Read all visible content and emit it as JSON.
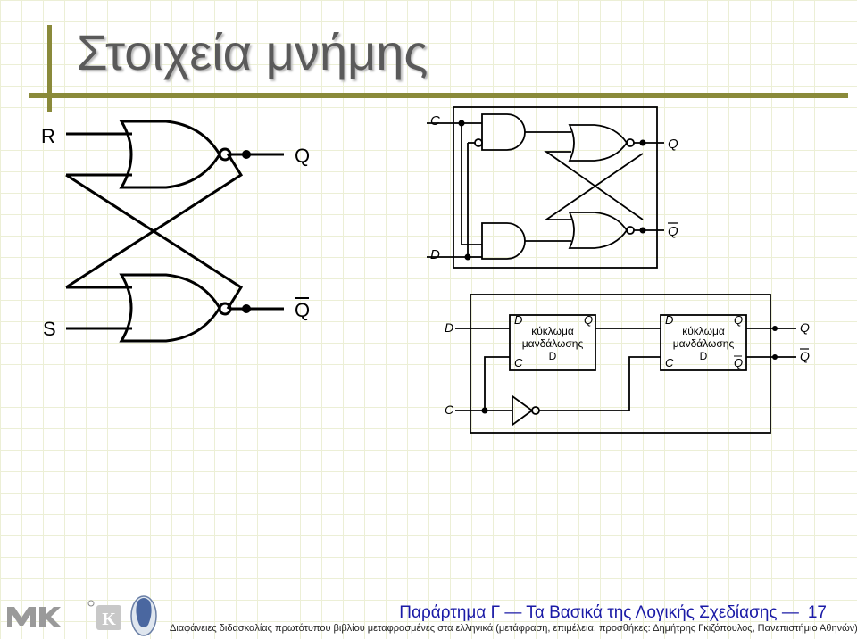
{
  "slide": {
    "title": "Στοιχεία μνήμης",
    "footer_title": "Παράρτημα Γ — Τα Βασικά της Λογικής Σχεδίασης —",
    "page_number": "17",
    "footer_credits": "Διαφάνειες διδασκαλίας πρωτότυπου βιβλίου μεταφρασμένες στα ελληνικά (μετάφραση, επιμέλεια, προσθήκες: Δημήτρης Γκιζόπουλος, Πανεπιστήμιο Αθηνών)"
  },
  "sr_latch": {
    "input_r": "R",
    "input_s": "S",
    "output_q": "Q",
    "output_qbar": "Q"
  },
  "d_latch": {
    "input_c": "C",
    "input_d": "D",
    "output_q": "Q",
    "output_qbar": "Q"
  },
  "d_flipflop": {
    "input_d": "D",
    "input_c": "C",
    "output_q": "Q",
    "output_qbar": "Q",
    "latch1": {
      "line1": "κύκλωμα",
      "line2": "μανδάλωσης",
      "line3": "D",
      "pin_d": "D",
      "pin_c": "C",
      "pin_q": "Q"
    },
    "latch2": {
      "line1": "κύκλωμα",
      "line2": "μανδάλωσης",
      "line3": "D",
      "pin_d": "D",
      "pin_c": "C",
      "pin_q": "Q",
      "pin_qbar": "Q"
    }
  },
  "colors": {
    "title": "#5a5a5a",
    "accent_bar": "#8a8a3a",
    "footer_title": "#1a1aa6",
    "grid": "#ecefd6"
  }
}
